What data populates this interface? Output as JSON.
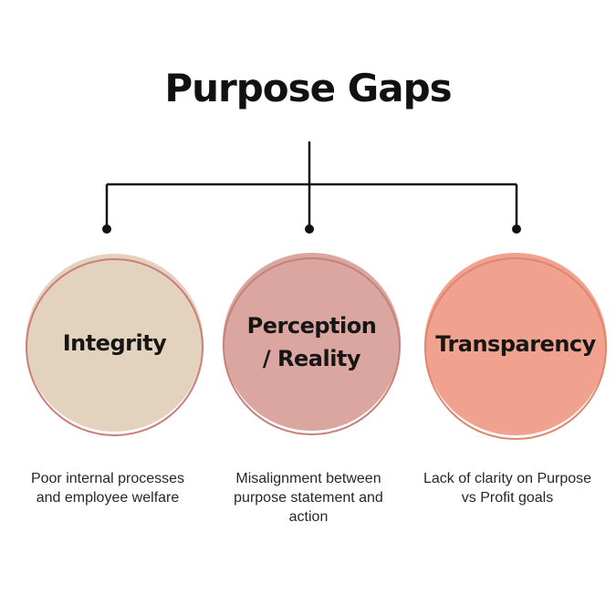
{
  "title": "Purpose Gaps",
  "colors": {
    "background": "#ffffff",
    "line": "#111111",
    "title_text": "#111111",
    "label_text": "#161616",
    "desc_text": "#272727"
  },
  "nodes": [
    {
      "label_lines": [
        "Integrity"
      ],
      "fill_color": "#e3d3be",
      "ring_color": "#cb7f7a",
      "desc_lines": [
        "Poor internal processes",
        "and employee welfare"
      ]
    },
    {
      "label_lines": [
        "Perception",
        "/ Reality"
      ],
      "fill_color": "#dba5a0",
      "ring_color": "#c5817c",
      "desc_lines": [
        "Misalignment between",
        "purpose statement and",
        "action"
      ]
    },
    {
      "label_lines": [
        "Transparency"
      ],
      "fill_color": "#f1a28f",
      "ring_color": "#dd8670",
      "desc_lines": [
        "Lack of clarity on Purpose",
        "vs Profit goals"
      ]
    }
  ]
}
